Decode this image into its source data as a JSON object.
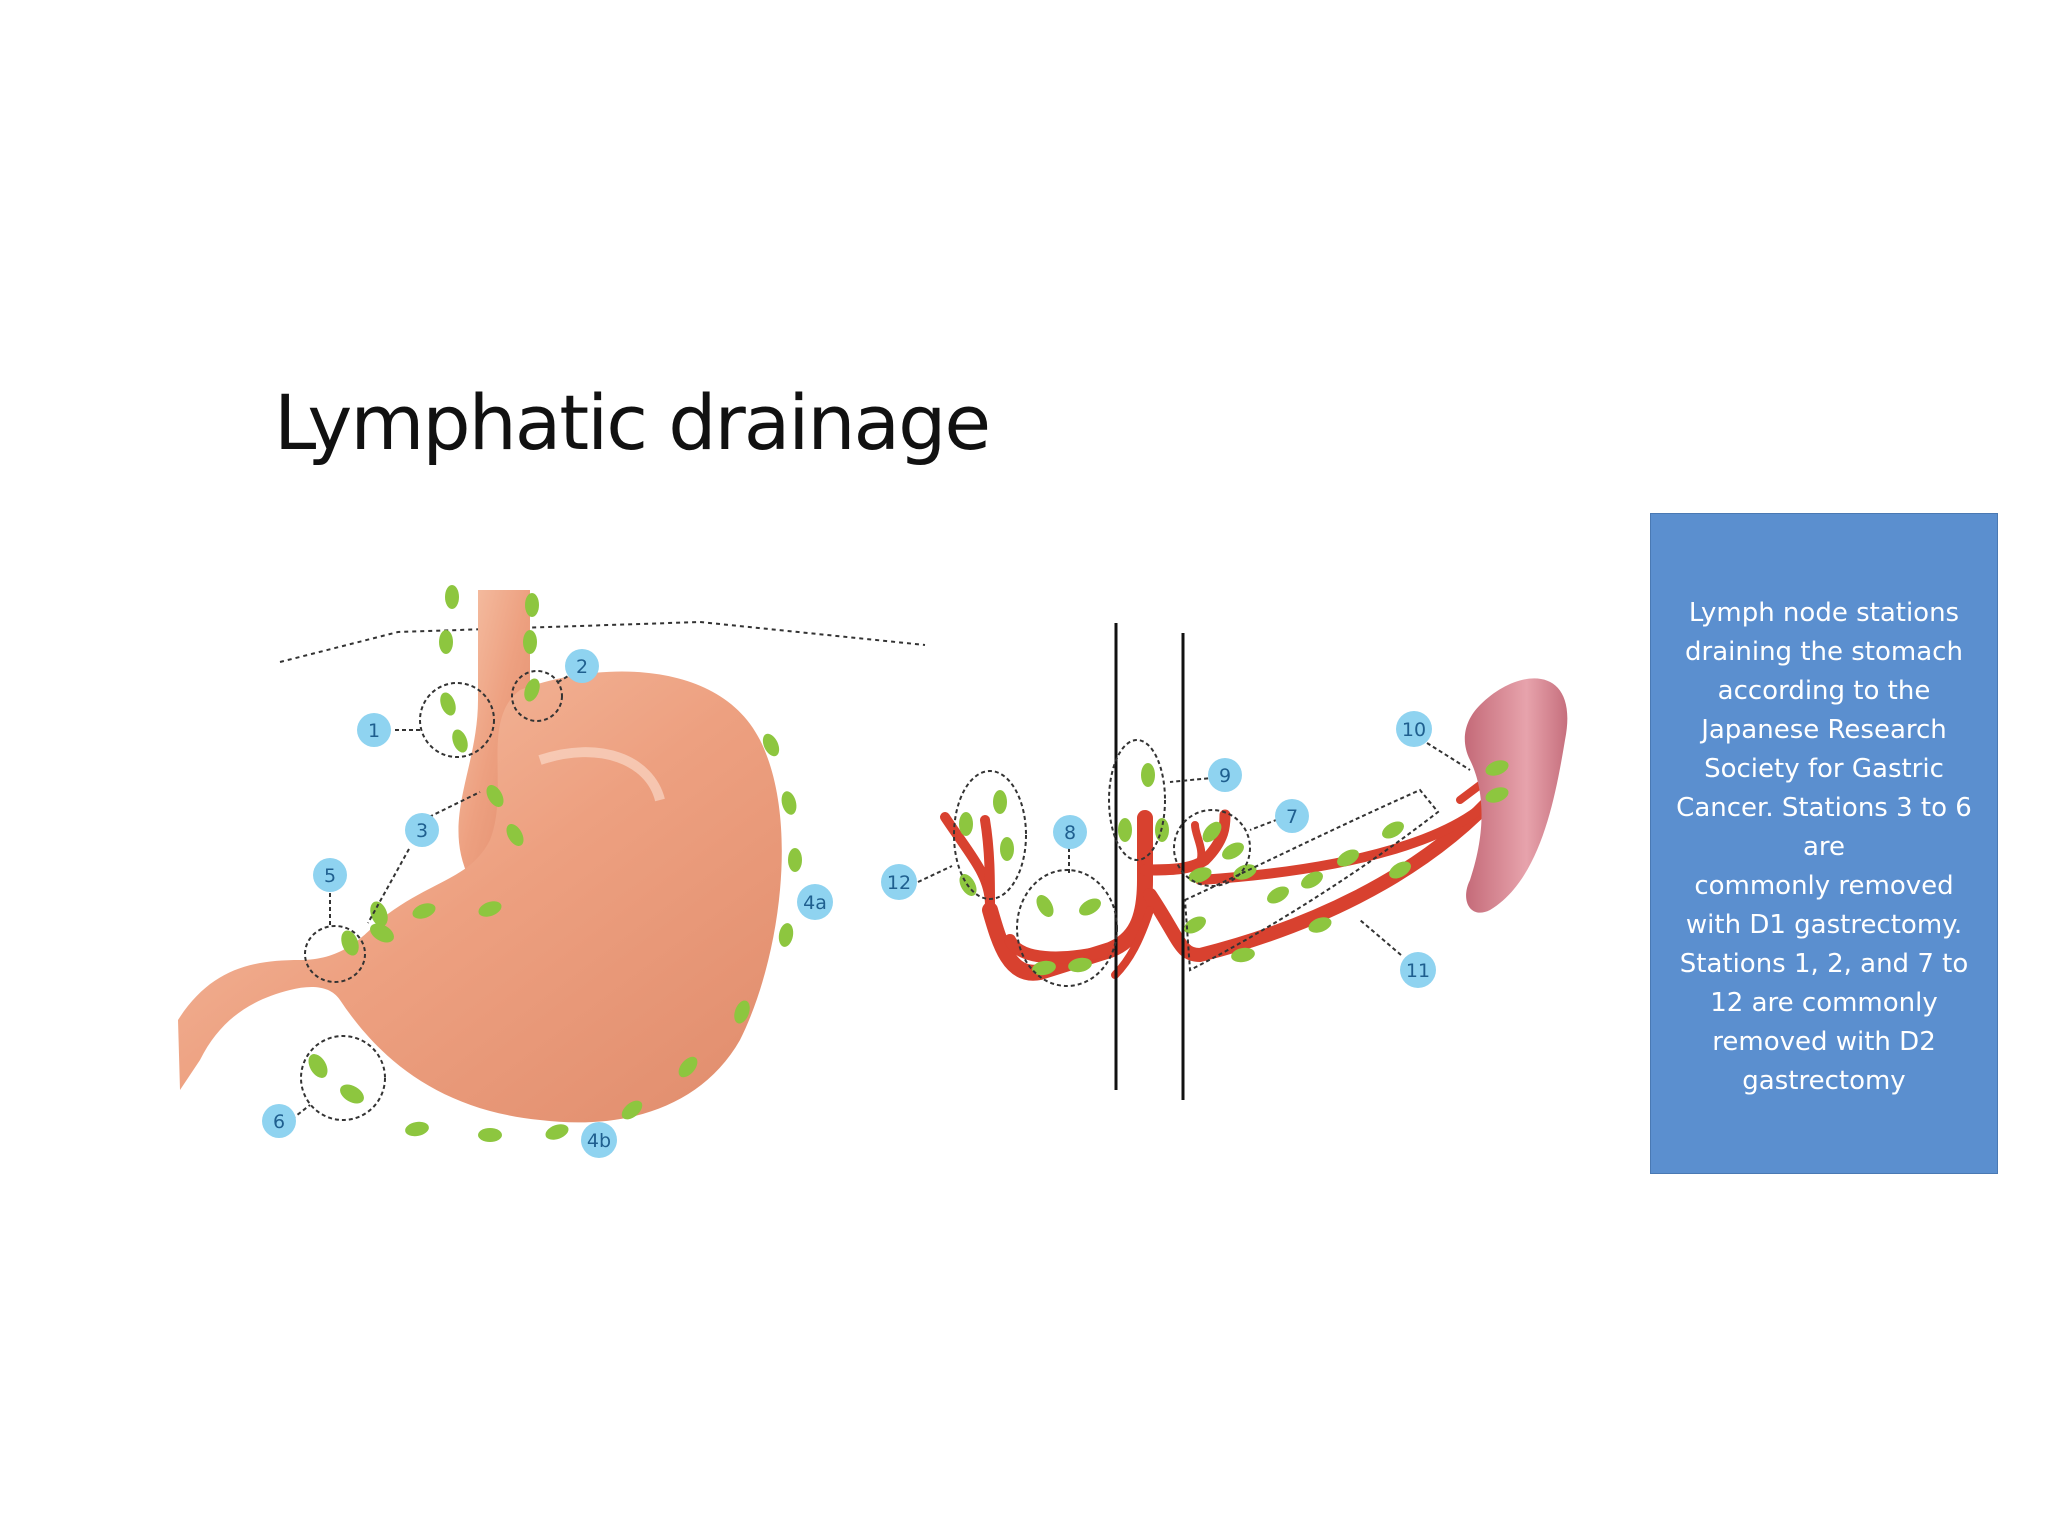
{
  "title": "Lymphatic drainage",
  "info_box": {
    "lines": [
      "Lymph node stations",
      "draining the stomach",
      "according to the",
      "Japanese Research",
      "Society for Gastric",
      "Cancer. Stations 3 to 6",
      "are",
      "commonly removed",
      "with D1 gastrectomy.",
      "Stations 1, 2, and 7 to",
      "12 are commonly",
      "removed with D2",
      "gastrectomy"
    ],
    "background": "#5b8fcf"
  },
  "station_labels": {
    "s1": "1",
    "s2": "2",
    "s3": "3",
    "s4a": "4a",
    "s4b": "4b",
    "s5": "5",
    "s6": "6",
    "s7": "7",
    "s8": "8",
    "s9": "9",
    "s10": "10",
    "s11": "11",
    "s12": "12"
  },
  "colors": {
    "stomach": "#eda080",
    "node": "#8dc63f",
    "label_bubble": "#8fd3f0",
    "artery": "#d8412f",
    "spleen": "#d98a96"
  }
}
